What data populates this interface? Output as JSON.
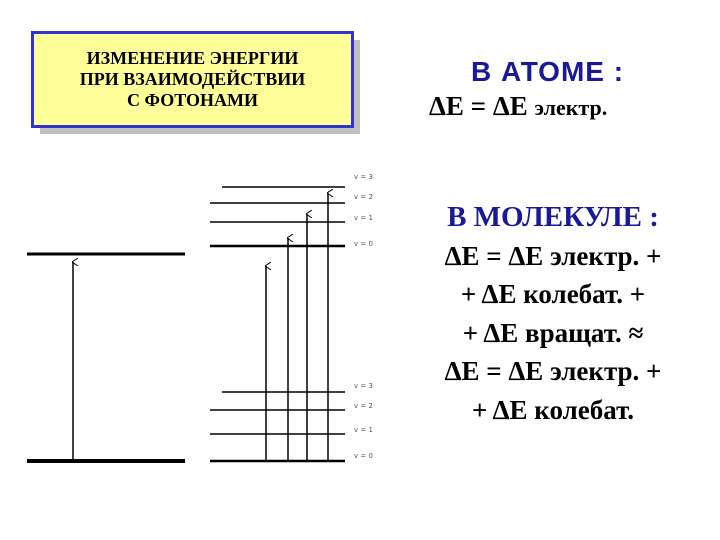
{
  "title_box": {
    "lines": [
      "ИЗМЕНЕНИЕ ЭНЕРГИИ",
      "ПРИ ВЗАИМОДЕЙСТВИИ",
      "С ФОТОНАМИ"
    ]
  },
  "atom": {
    "heading": "В АТОМЕ :",
    "equation": {
      "lhs": "ΔE = ΔE",
      "term": "электр."
    }
  },
  "molecule": {
    "heading": "В МОЛЕКУЛЕ :",
    "lines": [
      "ΔE = ΔE электр. +",
      "+ ΔE колебат. +",
      "+ ΔE вращат. ≈",
      "ΔE = ΔE электр. +",
      "+ ΔE колебат."
    ]
  },
  "diagram": {
    "upper_levels": [
      "v = 3",
      "v = 2",
      "v = 1",
      "v = 0"
    ],
    "lower_levels": [
      "v = 3",
      "v = 2",
      "v = 1",
      "v = 0"
    ]
  },
  "colors": {
    "title_fill": "#ffff99",
    "title_border": "#3333cc",
    "heading_text": "#1a1a99"
  }
}
